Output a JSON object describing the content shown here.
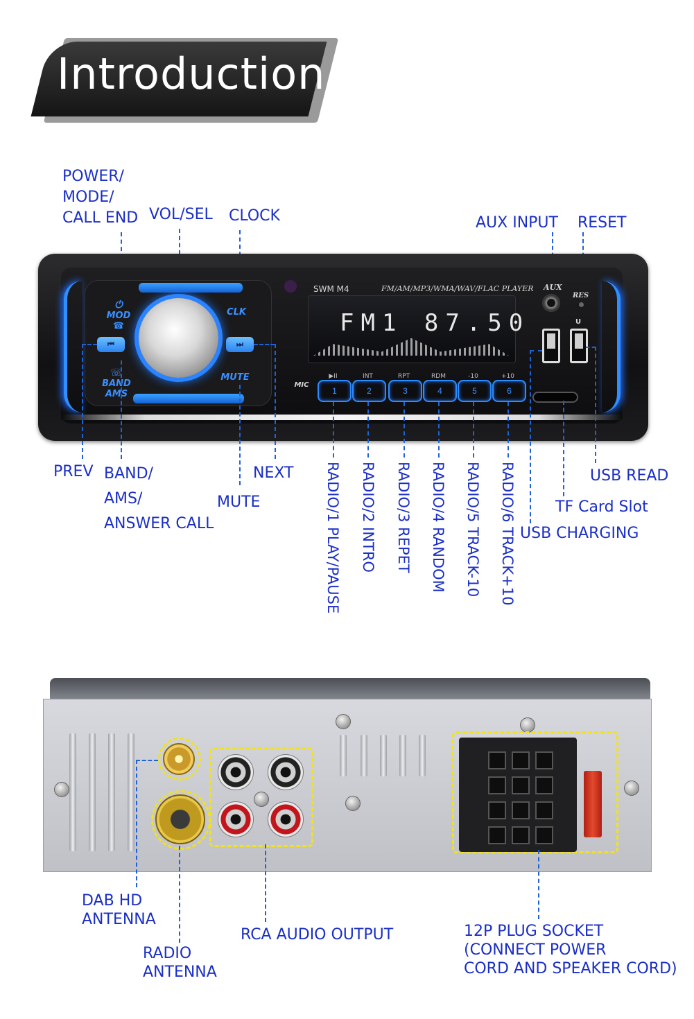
{
  "header": {
    "title": "Introduction"
  },
  "front_labels": {
    "power": [
      "POWER/",
      "MODE/",
      "CALL END"
    ],
    "vol_sel": "VOL/SEL",
    "clock": "CLOCK",
    "aux_input": "AUX INPUT",
    "reset": "RESET",
    "prev": "PREV",
    "band": [
      "BAND/",
      "AMS/",
      "ANSWER CALL"
    ],
    "mute": "MUTE",
    "next": "NEXT",
    "radio1": "RADIO/1 PLAY/PAUSE",
    "radio2": "RADIO/2 INTRO",
    "radio3": "RADIO/3 REPET",
    "radio4": "RADIO/4 RANDOM",
    "radio5": "RADIO/5 TRACK-10",
    "radio6": "RADIO/6 TRACK+10",
    "usb_read": "USB READ",
    "tf_card": "TF Card Slot",
    "usb_charging": "USB CHARGING"
  },
  "device": {
    "model": "SWM M4",
    "formats": "FM/AM/MP3/WMA/WAV/FLAC PLAYER",
    "display": "FM1  87.50",
    "mod": "MOD",
    "clk": "CLK",
    "band_ams": [
      "BAND",
      "AMS"
    ],
    "mute_key": "MUTE",
    "mic": "MIC",
    "aux": "AUX",
    "res": "RES",
    "usb_u": "U",
    "prev_key": "⏮",
    "next_key": "⏭",
    "num_buttons": [
      {
        "num": "1",
        "func": "▶II"
      },
      {
        "num": "2",
        "func": "INT"
      },
      {
        "num": "3",
        "func": "RPT"
      },
      {
        "num": "4",
        "func": "RDM"
      },
      {
        "num": "5",
        "func": "-10"
      },
      {
        "num": "6",
        "func": "+10"
      }
    ]
  },
  "rear_labels": {
    "dab": [
      "DAB HD",
      "ANTENNA"
    ],
    "radio_ant": [
      "RADIO",
      "ANTENNA"
    ],
    "rca": "RCA AUDIO OUTPUT",
    "plug": [
      "12P PLUG SOCKET",
      "(CONNECT POWER",
      "CORD AND SPEAKER CORD)"
    ]
  },
  "colors": {
    "label": "#1b2fc6",
    "leader": "#1f62d8",
    "glow": "#2e8fff",
    "highlight": "#f1e21a"
  }
}
